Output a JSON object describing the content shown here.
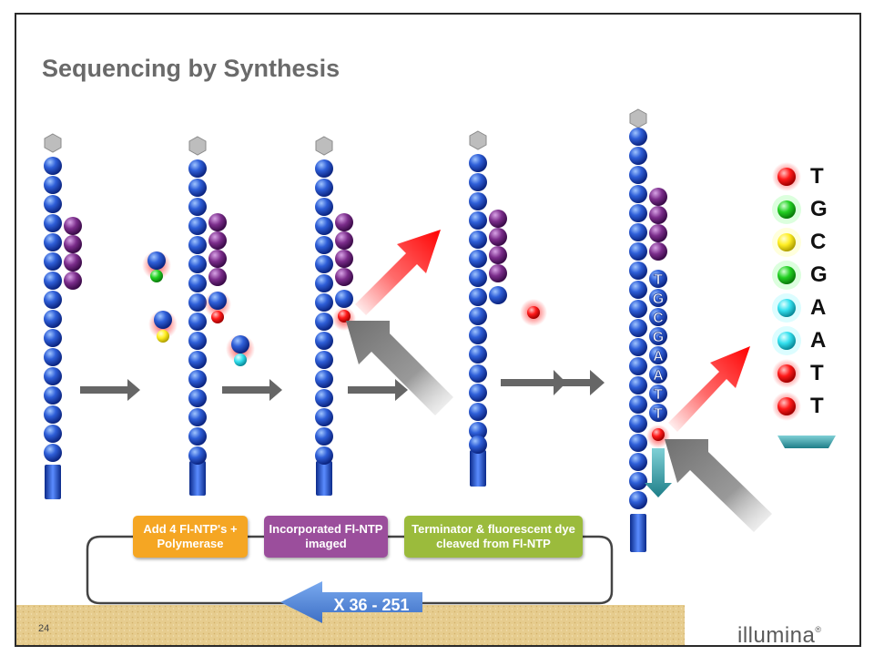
{
  "title": "Sequencing by Synthesis",
  "steps": [
    {
      "label": "Add 4 Fl-NTP's + Polymerase",
      "color": "#f5a623"
    },
    {
      "label": "Incorporated Fl-NTP imaged",
      "color": "#9b4e9c"
    },
    {
      "label": "Terminator & fluorescent dye cleaved from Fl-NTP",
      "color": "#9bbb3c"
    }
  ],
  "cycle_label": "X 36 - 251",
  "page_number": "24",
  "logo": {
    "text": "illumina",
    "mark": "®"
  },
  "strand_letters": [
    "T",
    "G",
    "C",
    "G",
    "A",
    "A",
    "T",
    "T"
  ],
  "legend": [
    {
      "base": "T",
      "color": "#ff2a2a"
    },
    {
      "base": "G",
      "color": "#33dd33"
    },
    {
      "base": "C",
      "color": "#ffee33"
    },
    {
      "base": "G",
      "color": "#33dd33"
    },
    {
      "base": "A",
      "color": "#33e5f0"
    },
    {
      "base": "A",
      "color": "#33e5f0"
    },
    {
      "base": "T",
      "color": "#ff2a2a"
    },
    {
      "base": "T",
      "color": "#ff2a2a"
    }
  ],
  "colors": {
    "bead_blue": "#2f5fd8",
    "bead_purple": "#7b2d8b",
    "arrow_gray": "#666666",
    "sand": "#e3c98a",
    "cycle_arrow": "#5b8fd6"
  }
}
